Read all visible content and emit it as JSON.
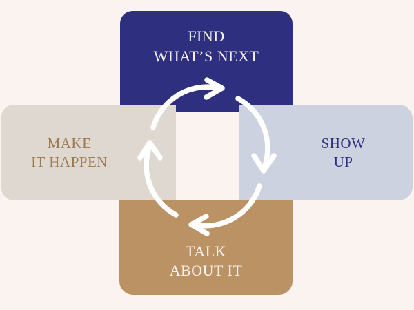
{
  "diagram": {
    "type": "cycle",
    "title": "Four-step clockwise cycle",
    "background_color": "#faf3ef",
    "arrow_color": "#ffffff",
    "direction": "clockwise",
    "steps": [
      {
        "position": "top",
        "order": 1,
        "label": "FIND\nWHAT’S NEXT",
        "line1": "FIND",
        "line2": "WHAT’S NEXT",
        "fill_color": "#2e307f",
        "text_color": "#f7f1ee"
      },
      {
        "position": "right",
        "order": 2,
        "label": "SHOW\nUP",
        "line1": "SHOW",
        "line2": "UP",
        "fill_color": "#ccd2df",
        "text_color": "#2e307f"
      },
      {
        "position": "bottom",
        "order": 3,
        "label": "TALK\nABOUT IT",
        "line1": "TALK",
        "line2": "ABOUT IT",
        "fill_color": "#bb9263",
        "text_color": "#f9f3ef"
      },
      {
        "position": "left",
        "order": 4,
        "label": "MAKE\nIT HAPPEN",
        "line1": "MAKE",
        "line2": "IT HAPPEN",
        "fill_color": "#dfd8d1",
        "text_color": "#9c7a4f"
      }
    ],
    "arrows": [
      {
        "name": "arrow-top-to-right",
        "from": "top",
        "to": "right",
        "points": "right"
      },
      {
        "name": "arrow-right-to-bottom",
        "from": "right",
        "to": "bottom",
        "points": "down"
      },
      {
        "name": "arrow-bottom-to-left",
        "from": "bottom",
        "to": "left",
        "points": "left"
      },
      {
        "name": "arrow-left-to-top",
        "from": "left",
        "to": "top",
        "points": "up"
      }
    ]
  }
}
